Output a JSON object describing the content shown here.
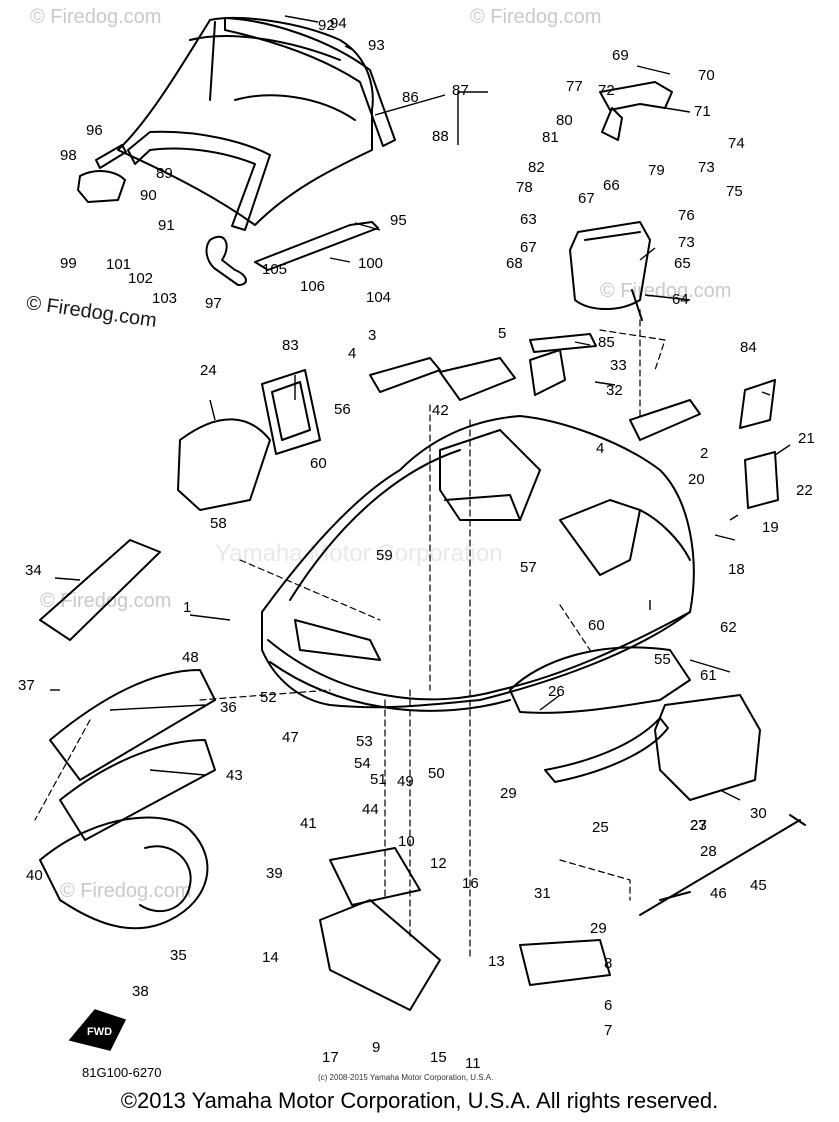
{
  "watermarks": {
    "top_left": "© Firedog.com",
    "top_center": "© Firedog.com",
    "top_right": "© Firedog.com",
    "mid_left": "© Firedog.com",
    "mid_center": "© Firedog.com",
    "low_left": "© Firedog.com",
    "center": "Yamaha Motor Corporation"
  },
  "figure_code": "81G100-6270",
  "small_copyright": "(c) 2008-2015 Yamaha Motor Corporation, U.S.A.",
  "footer_copyright": "©2013 Yamaha Motor Corporation, U.S.A. All rights reserved.",
  "fwd_label": "FWD",
  "part_numbers": [
    {
      "n": "1"
    },
    {
      "n": "2"
    },
    {
      "n": "3"
    },
    {
      "n": "4"
    },
    {
      "n": "4"
    },
    {
      "n": "5"
    },
    {
      "n": "6"
    },
    {
      "n": "7"
    },
    {
      "n": "8"
    },
    {
      "n": "9"
    },
    {
      "n": "10"
    },
    {
      "n": "11"
    },
    {
      "n": "12"
    },
    {
      "n": "13"
    },
    {
      "n": "14"
    },
    {
      "n": "15"
    },
    {
      "n": "16"
    },
    {
      "n": "17"
    },
    {
      "n": "18"
    },
    {
      "n": "19"
    },
    {
      "n": "20"
    },
    {
      "n": "21"
    },
    {
      "n": "22"
    },
    {
      "n": "23"
    },
    {
      "n": "24"
    },
    {
      "n": "25"
    },
    {
      "n": "26"
    },
    {
      "n": "27"
    },
    {
      "n": "28"
    },
    {
      "n": "29"
    },
    {
      "n": "29"
    },
    {
      "n": "30"
    },
    {
      "n": "31"
    },
    {
      "n": "32"
    },
    {
      "n": "33"
    },
    {
      "n": "34"
    },
    {
      "n": "35"
    },
    {
      "n": "36"
    },
    {
      "n": "37"
    },
    {
      "n": "38"
    },
    {
      "n": "39"
    },
    {
      "n": "40"
    },
    {
      "n": "41"
    },
    {
      "n": "42"
    },
    {
      "n": "43"
    },
    {
      "n": "44"
    },
    {
      "n": "45"
    },
    {
      "n": "46"
    },
    {
      "n": "47"
    },
    {
      "n": "48"
    },
    {
      "n": "49"
    },
    {
      "n": "50"
    },
    {
      "n": "51"
    },
    {
      "n": "52"
    },
    {
      "n": "53"
    },
    {
      "n": "54"
    },
    {
      "n": "55"
    },
    {
      "n": "56"
    },
    {
      "n": "57"
    },
    {
      "n": "58"
    },
    {
      "n": "59"
    },
    {
      "n": "60"
    },
    {
      "n": "60"
    },
    {
      "n": "61"
    },
    {
      "n": "62"
    },
    {
      "n": "63"
    },
    {
      "n": "64"
    },
    {
      "n": "65"
    },
    {
      "n": "66"
    },
    {
      "n": "67"
    },
    {
      "n": "67"
    },
    {
      "n": "68"
    },
    {
      "n": "69"
    },
    {
      "n": "70"
    },
    {
      "n": "71"
    },
    {
      "n": "72"
    },
    {
      "n": "73"
    },
    {
      "n": "73"
    },
    {
      "n": "74"
    },
    {
      "n": "75"
    },
    {
      "n": "76"
    },
    {
      "n": "77"
    },
    {
      "n": "78"
    },
    {
      "n": "79"
    },
    {
      "n": "80"
    },
    {
      "n": "81"
    },
    {
      "n": "82"
    },
    {
      "n": "83"
    },
    {
      "n": "84"
    },
    {
      "n": "85"
    },
    {
      "n": "86"
    },
    {
      "n": "87"
    },
    {
      "n": "88"
    },
    {
      "n": "89"
    },
    {
      "n": "90"
    },
    {
      "n": "91"
    },
    {
      "n": "92"
    },
    {
      "n": "93"
    },
    {
      "n": "94"
    },
    {
      "n": "95"
    },
    {
      "n": "96"
    },
    {
      "n": "97"
    },
    {
      "n": "98"
    },
    {
      "n": "99"
    },
    {
      "n": "100"
    },
    {
      "n": "101"
    },
    {
      "n": "102"
    },
    {
      "n": "103"
    },
    {
      "n": "104"
    },
    {
      "n": "105"
    },
    {
      "n": "106"
    }
  ]
}
